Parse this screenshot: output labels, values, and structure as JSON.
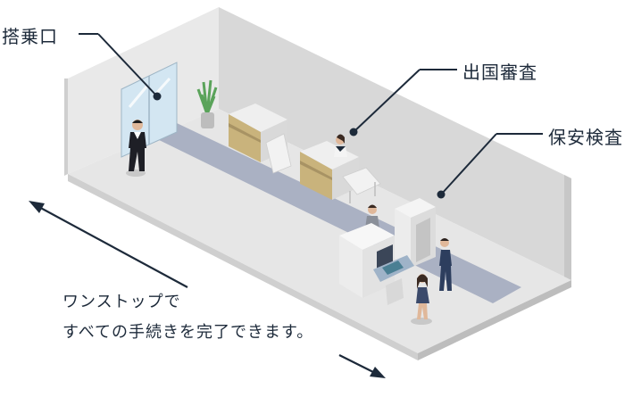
{
  "labels": {
    "boarding_gate": "搭乗口",
    "immigration": "出国審査",
    "security": "保安検査"
  },
  "caption": {
    "line1": "ワンストップで",
    "line2": "すべての手続きを完了できます。"
  },
  "colors": {
    "navy": "#1d2a3a",
    "wall": "#d5d5d5",
    "floor": "#e4e4e4",
    "walkway": "#a8afc1",
    "glass": "#cfe3f0",
    "counter_wood": "#c8b27a"
  }
}
